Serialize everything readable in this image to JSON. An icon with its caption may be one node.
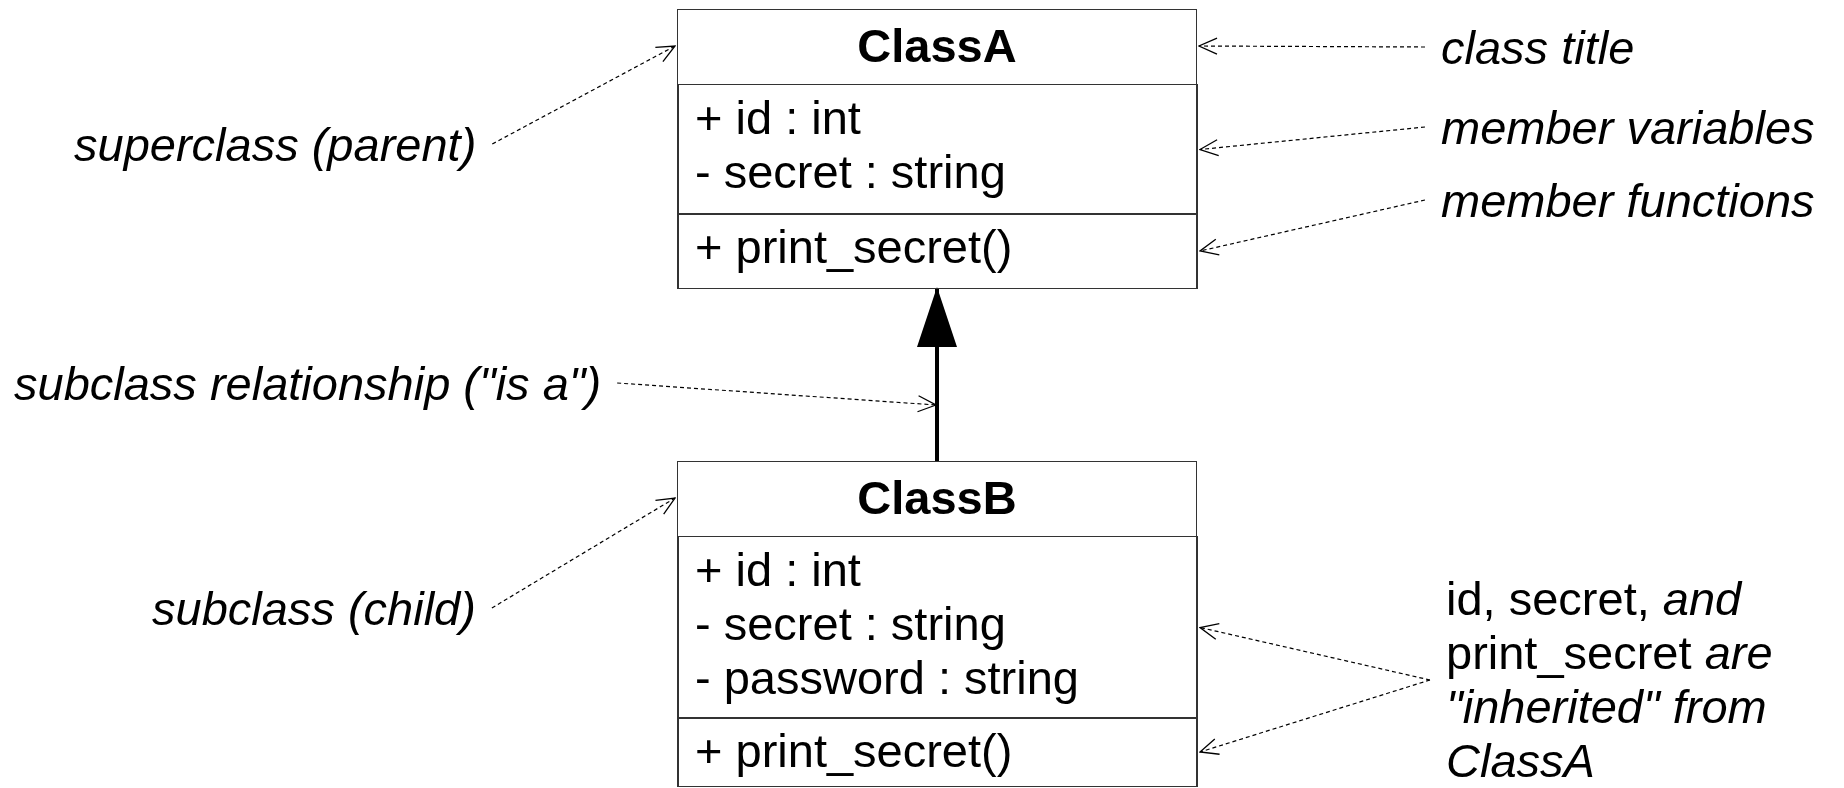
{
  "diagram": {
    "nodes": [
      {
        "text": [
          "ClassA"
        ]
      },
      {
        "text": [
          "+ id : int",
          "- secret : string"
        ],
        "in": 0
      },
      {
        "text": [
          "+ print_secret()"
        ],
        "in": 0
      },
      {
        "text": [
          "ClassB"
        ]
      },
      {
        "text": [
          "+ id : int",
          "- secret : string",
          "- password : string"
        ],
        "in": 3
      },
      {
        "text": [
          "+ print_secret()"
        ],
        "in": 3
      },
      {
        "text": [
          "superclass (parent)"
        ]
      },
      {
        "text": [
          "class title"
        ]
      },
      {
        "text": [
          "member variables"
        ]
      },
      {
        "text": [
          "member functions"
        ]
      },
      {
        "text": [
          "subclass relationship (\"is a\")"
        ]
      },
      {
        "text": [
          "subclass (child)"
        ]
      },
      {
        "text": [
          "id, secret, *and* print_secret *are \"inherited\" from ClassA*"
        ]
      }
    ],
    "edges": [
      {
        "from": 3,
        "to": 0,
        "arrow": "to",
        "style": "thick"
      },
      {
        "from": 6,
        "to": 0,
        "arrow": "to",
        "style": "dashed"
      },
      {
        "from": 7,
        "to": 0,
        "arrow": "to",
        "style": "dashed"
      },
      {
        "from": 8,
        "to": 1,
        "arrow": "to",
        "style": "dashed"
      },
      {
        "from": 9,
        "to": 2,
        "arrow": "to",
        "style": "dashed"
      },
      {
        "from": 10,
        "to": null,
        "arrow": "to",
        "style": "dashed"
      },
      {
        "from": 11,
        "to": 3,
        "arrow": "to",
        "style": "dashed"
      },
      {
        "from": 12,
        "to": 4,
        "arrow": "to",
        "style": "dashed"
      },
      {
        "from": 12,
        "to": 5,
        "arrow": "to",
        "style": "dashed"
      }
    ]
  }
}
